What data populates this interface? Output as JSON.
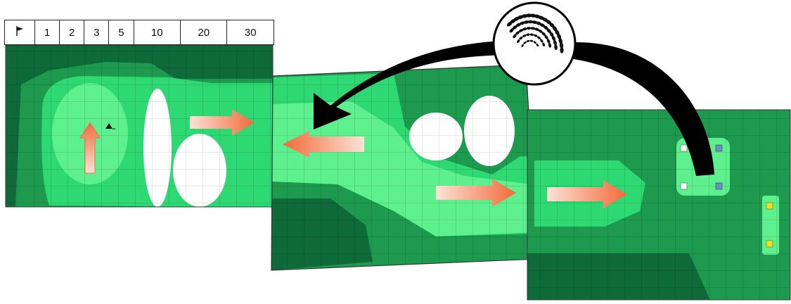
{
  "yardage_header": {
    "flag_icon": "flag-icon",
    "columns": [
      "1",
      "2",
      "3",
      "5",
      "10",
      "20",
      "30"
    ]
  },
  "panels": [
    {
      "name": "green-panel",
      "grid": true
    },
    {
      "name": "fairway-panel",
      "grid": true
    },
    {
      "name": "tee-panel",
      "grid": true
    }
  ],
  "markers": {
    "tee_colors": [
      "#ffffff",
      "#6b8fc9",
      "#f2e01a"
    ],
    "ball_icon": "golf-ball-icon",
    "flight_arrow_icon": "ball-flight-arrow-icon"
  },
  "colors": {
    "rough_dark": "#0f6a3a",
    "rough": "#1e9a4e",
    "fairway": "#2ed873",
    "green": "#5ef08e",
    "slope_arrow_start": "#fbe3d6",
    "slope_arrow_end": "#f26a3a"
  }
}
